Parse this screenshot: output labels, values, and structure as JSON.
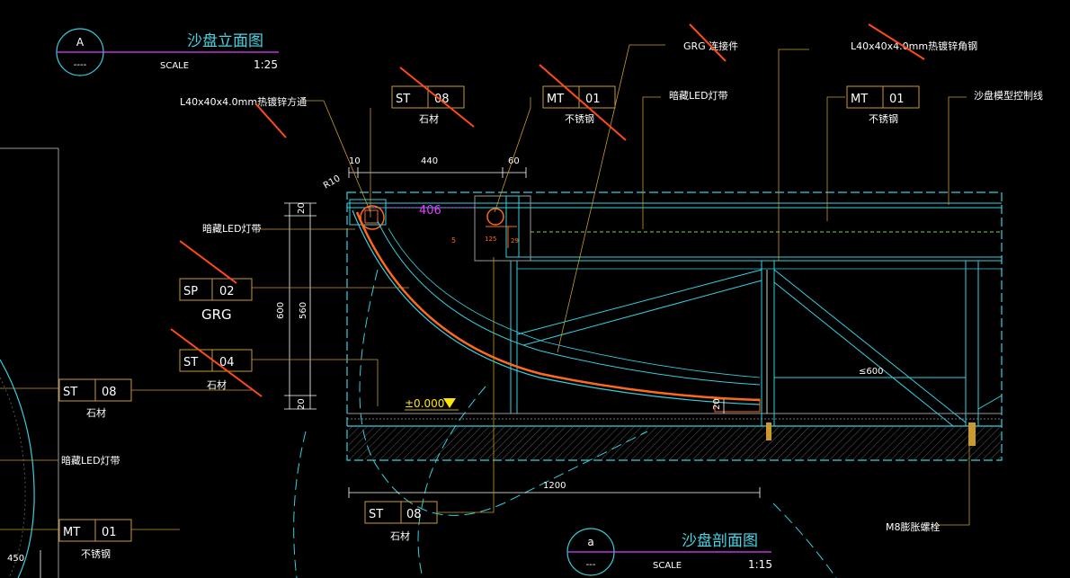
{
  "top_view": {
    "marker_letter": "A",
    "marker_sub": "----",
    "title": "沙盘立面图",
    "scale_label": "SCALE",
    "scale_value": "1:25"
  },
  "section_view": {
    "marker_letter": "a",
    "marker_sub": "---",
    "title": "沙盘剖面图",
    "scale_label": "SCALE",
    "scale_value": "1:15"
  },
  "callouts": {
    "grg_fixing": "GRG 连接件",
    "angle_steel_top": "L40x40x4.0mm热镀锌角钢",
    "angle_tube_left": "L40x40x4.0mm热镀锌方通",
    "led_hidden_1": "暗藏LED灯带",
    "led_hidden_2": "暗藏LED灯带",
    "led_hidden_3": "暗藏LED灯带",
    "model_line": "沙盘模型控制线",
    "anchor_bolt": "M8膨胀螺栓",
    "elevation": "±0.000"
  },
  "tags": {
    "st08_top": {
      "code": "ST",
      "num": "08",
      "desc": "石材"
    },
    "mt01_mid": {
      "code": "MT",
      "num": "01",
      "desc": "不锈钢"
    },
    "mt01_right": {
      "code": "MT",
      "num": "01",
      "desc": "不锈钢"
    },
    "sp02": {
      "code": "SP",
      "num": "02",
      "desc": "GRG"
    },
    "st04": {
      "code": "ST",
      "num": "04",
      "desc": "石材"
    },
    "st08_left": {
      "code": "ST",
      "num": "08",
      "desc": "石材"
    },
    "mt01_left": {
      "code": "MT",
      "num": "01",
      "desc": "不锈钢"
    },
    "st08_bottom": {
      "code": "ST",
      "num": "08",
      "desc": "石材"
    }
  },
  "dimensions": {
    "d10": "10",
    "d440": "440",
    "d60": "60",
    "r10": "R10",
    "d406": "406",
    "d20_top": "20",
    "d600": "600",
    "d560": "560",
    "d20_bottom": "20",
    "d20_right": "20",
    "d1200": "1200",
    "d_le600": "≤600",
    "d450": "450",
    "d125": "125",
    "d29": "29",
    "d5": "5"
  },
  "colors": {
    "structure": "#35d0e0",
    "leader": "#c99a2e",
    "grg_edge": "#ff6a1a",
    "accent_magenta": "#e040ff",
    "hatch": "#7a7a7a",
    "elev_marker": "#ffe600",
    "led_line": "#7fd23a"
  }
}
